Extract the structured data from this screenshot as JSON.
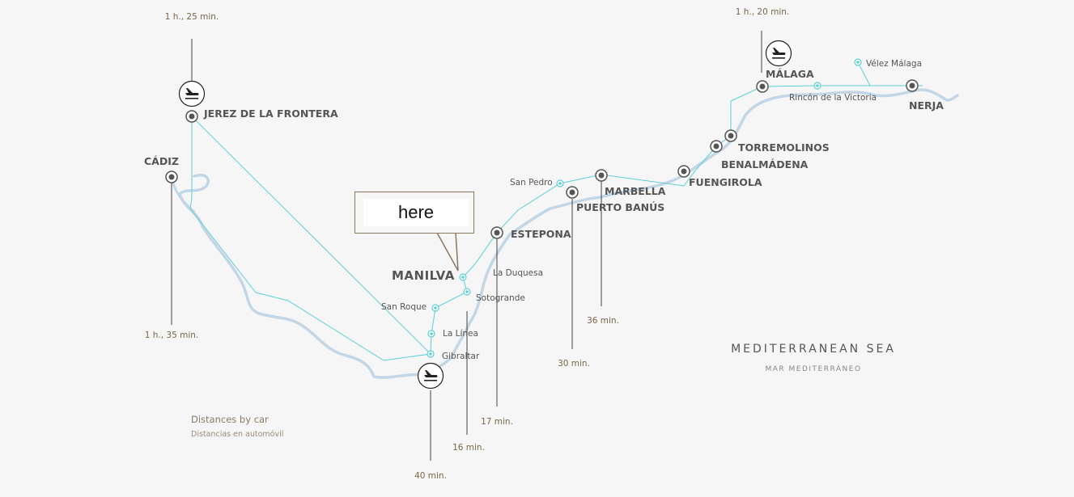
{
  "cities": {
    "jerez": "JEREZ DE LA FRONTERA",
    "cadiz": "CÁDIZ",
    "malaga": "MÁLAGA",
    "velez": "Vélez Málaga",
    "rincon": "Rincón de la Victoria",
    "nerja": "NERJA",
    "torremolinos": "TORREMOLINOS",
    "benalmadena": "BENALMÁDENA",
    "fuengirola": "FUENGIROLA",
    "sanpedro": "San Pedro",
    "marbella": "MARBELLA",
    "puertobanus": "PUERTO BANÚS",
    "estepona": "ESTEPONA",
    "laduquesa": "La Duquesa",
    "manilva": "MANILVA",
    "sotogrande": "Sotogrande",
    "sanroque": "San Roque",
    "lalinea": "La Línea",
    "gibraltar": "Gibraltar"
  },
  "times": {
    "jerez": "1 h., 25 min.",
    "malaga": "1 h., 20 min.",
    "cadiz": "1 h., 35 min.",
    "gibraltar": "40 min.",
    "sotogrande": "16 min.",
    "estepona": "17 min.",
    "puertobanus": "30 min.",
    "marbella": "36 min."
  },
  "sea": {
    "name": "MEDITERRANEAN SEA",
    "sub": "MAR MEDITERRÁNEO"
  },
  "legend": {
    "title": "Distances by car",
    "subtitle": "Distancias en automóvil"
  },
  "callout": {
    "text": "here"
  },
  "icons": {
    "airport": "airplane-departure-icon"
  },
  "colors": {
    "coast": "#c3d6e6",
    "route": "#5ecfd6",
    "marker": "#555555",
    "time_text": "#7a6648"
  }
}
